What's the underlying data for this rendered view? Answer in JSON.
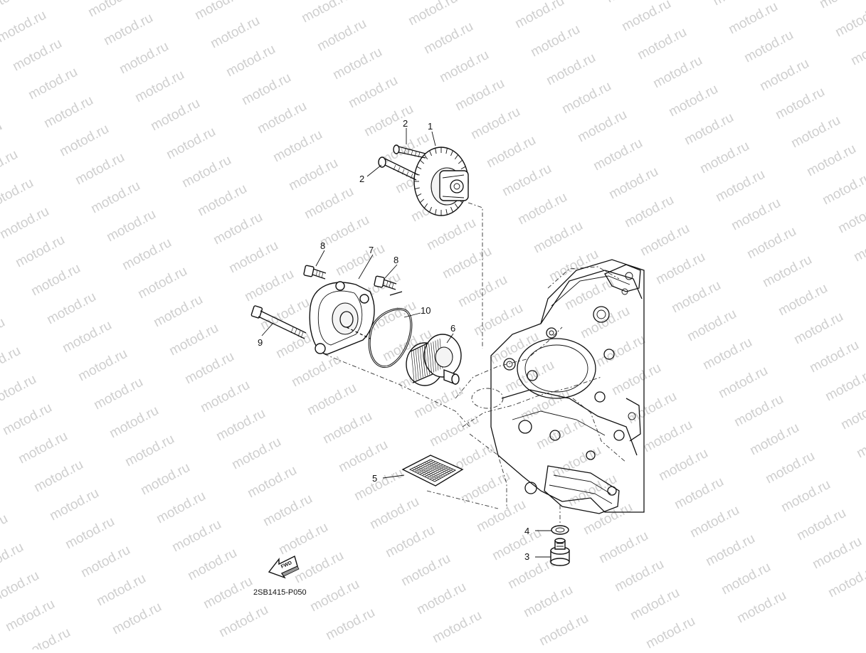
{
  "watermark": {
    "text": "motod.ru"
  },
  "diagram_code": "2SB1415-P050",
  "fwd_label": "FWD",
  "callouts": [
    {
      "id": "1",
      "label": "1"
    },
    {
      "id": "2a",
      "label": "2"
    },
    {
      "id": "2b",
      "label": "2"
    },
    {
      "id": "3",
      "label": "3"
    },
    {
      "id": "4",
      "label": "4"
    },
    {
      "id": "5",
      "label": "5"
    },
    {
      "id": "6",
      "label": "6"
    },
    {
      "id": "7",
      "label": "7"
    },
    {
      "id": "8a",
      "label": "8"
    },
    {
      "id": "8b",
      "label": "8"
    },
    {
      "id": "9",
      "label": "9"
    },
    {
      "id": "10",
      "label": "10"
    }
  ]
}
